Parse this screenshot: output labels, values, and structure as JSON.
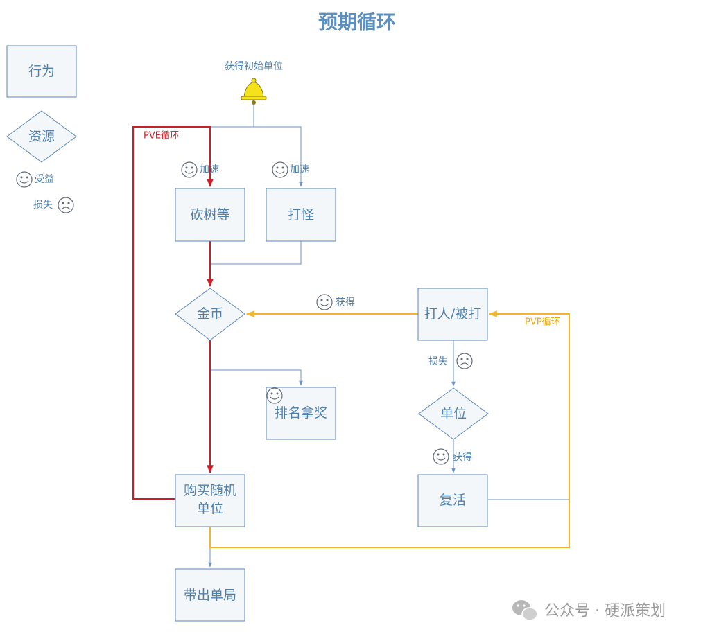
{
  "title": "预期循环",
  "legend": {
    "action": "行为",
    "resource": "资源",
    "benefit": "受益",
    "loss": "损失"
  },
  "start_label": "获得初始单位",
  "boxes": {
    "chop": "砍树等",
    "fight": "打怪",
    "ranking": "排名拿奖",
    "buy_line1": "购买随机",
    "buy_line2": "单位",
    "carry": "带出单局",
    "attack": "打人/被打",
    "revive": "复活"
  },
  "diamonds": {
    "gold": "金币",
    "unit": "单位"
  },
  "annotations": {
    "speedup_left": "加速",
    "speedup_right": "加速",
    "gain_gold": "获得",
    "loss_unit": "损失",
    "gain_unit": "获得"
  },
  "loops": {
    "pve": "PVE循环",
    "pvp": "PVP循环"
  },
  "colors": {
    "pve": "#c8202a",
    "pvp": "#f2b52c",
    "normal": "#6d93c0",
    "text": "#4f7fab",
    "bell": "#f5e21a"
  },
  "watermark": "公众号 · 硬派策划",
  "icons": [
    "bell-icon",
    "smiley-icon",
    "frown-icon",
    "wechat-icon"
  ]
}
